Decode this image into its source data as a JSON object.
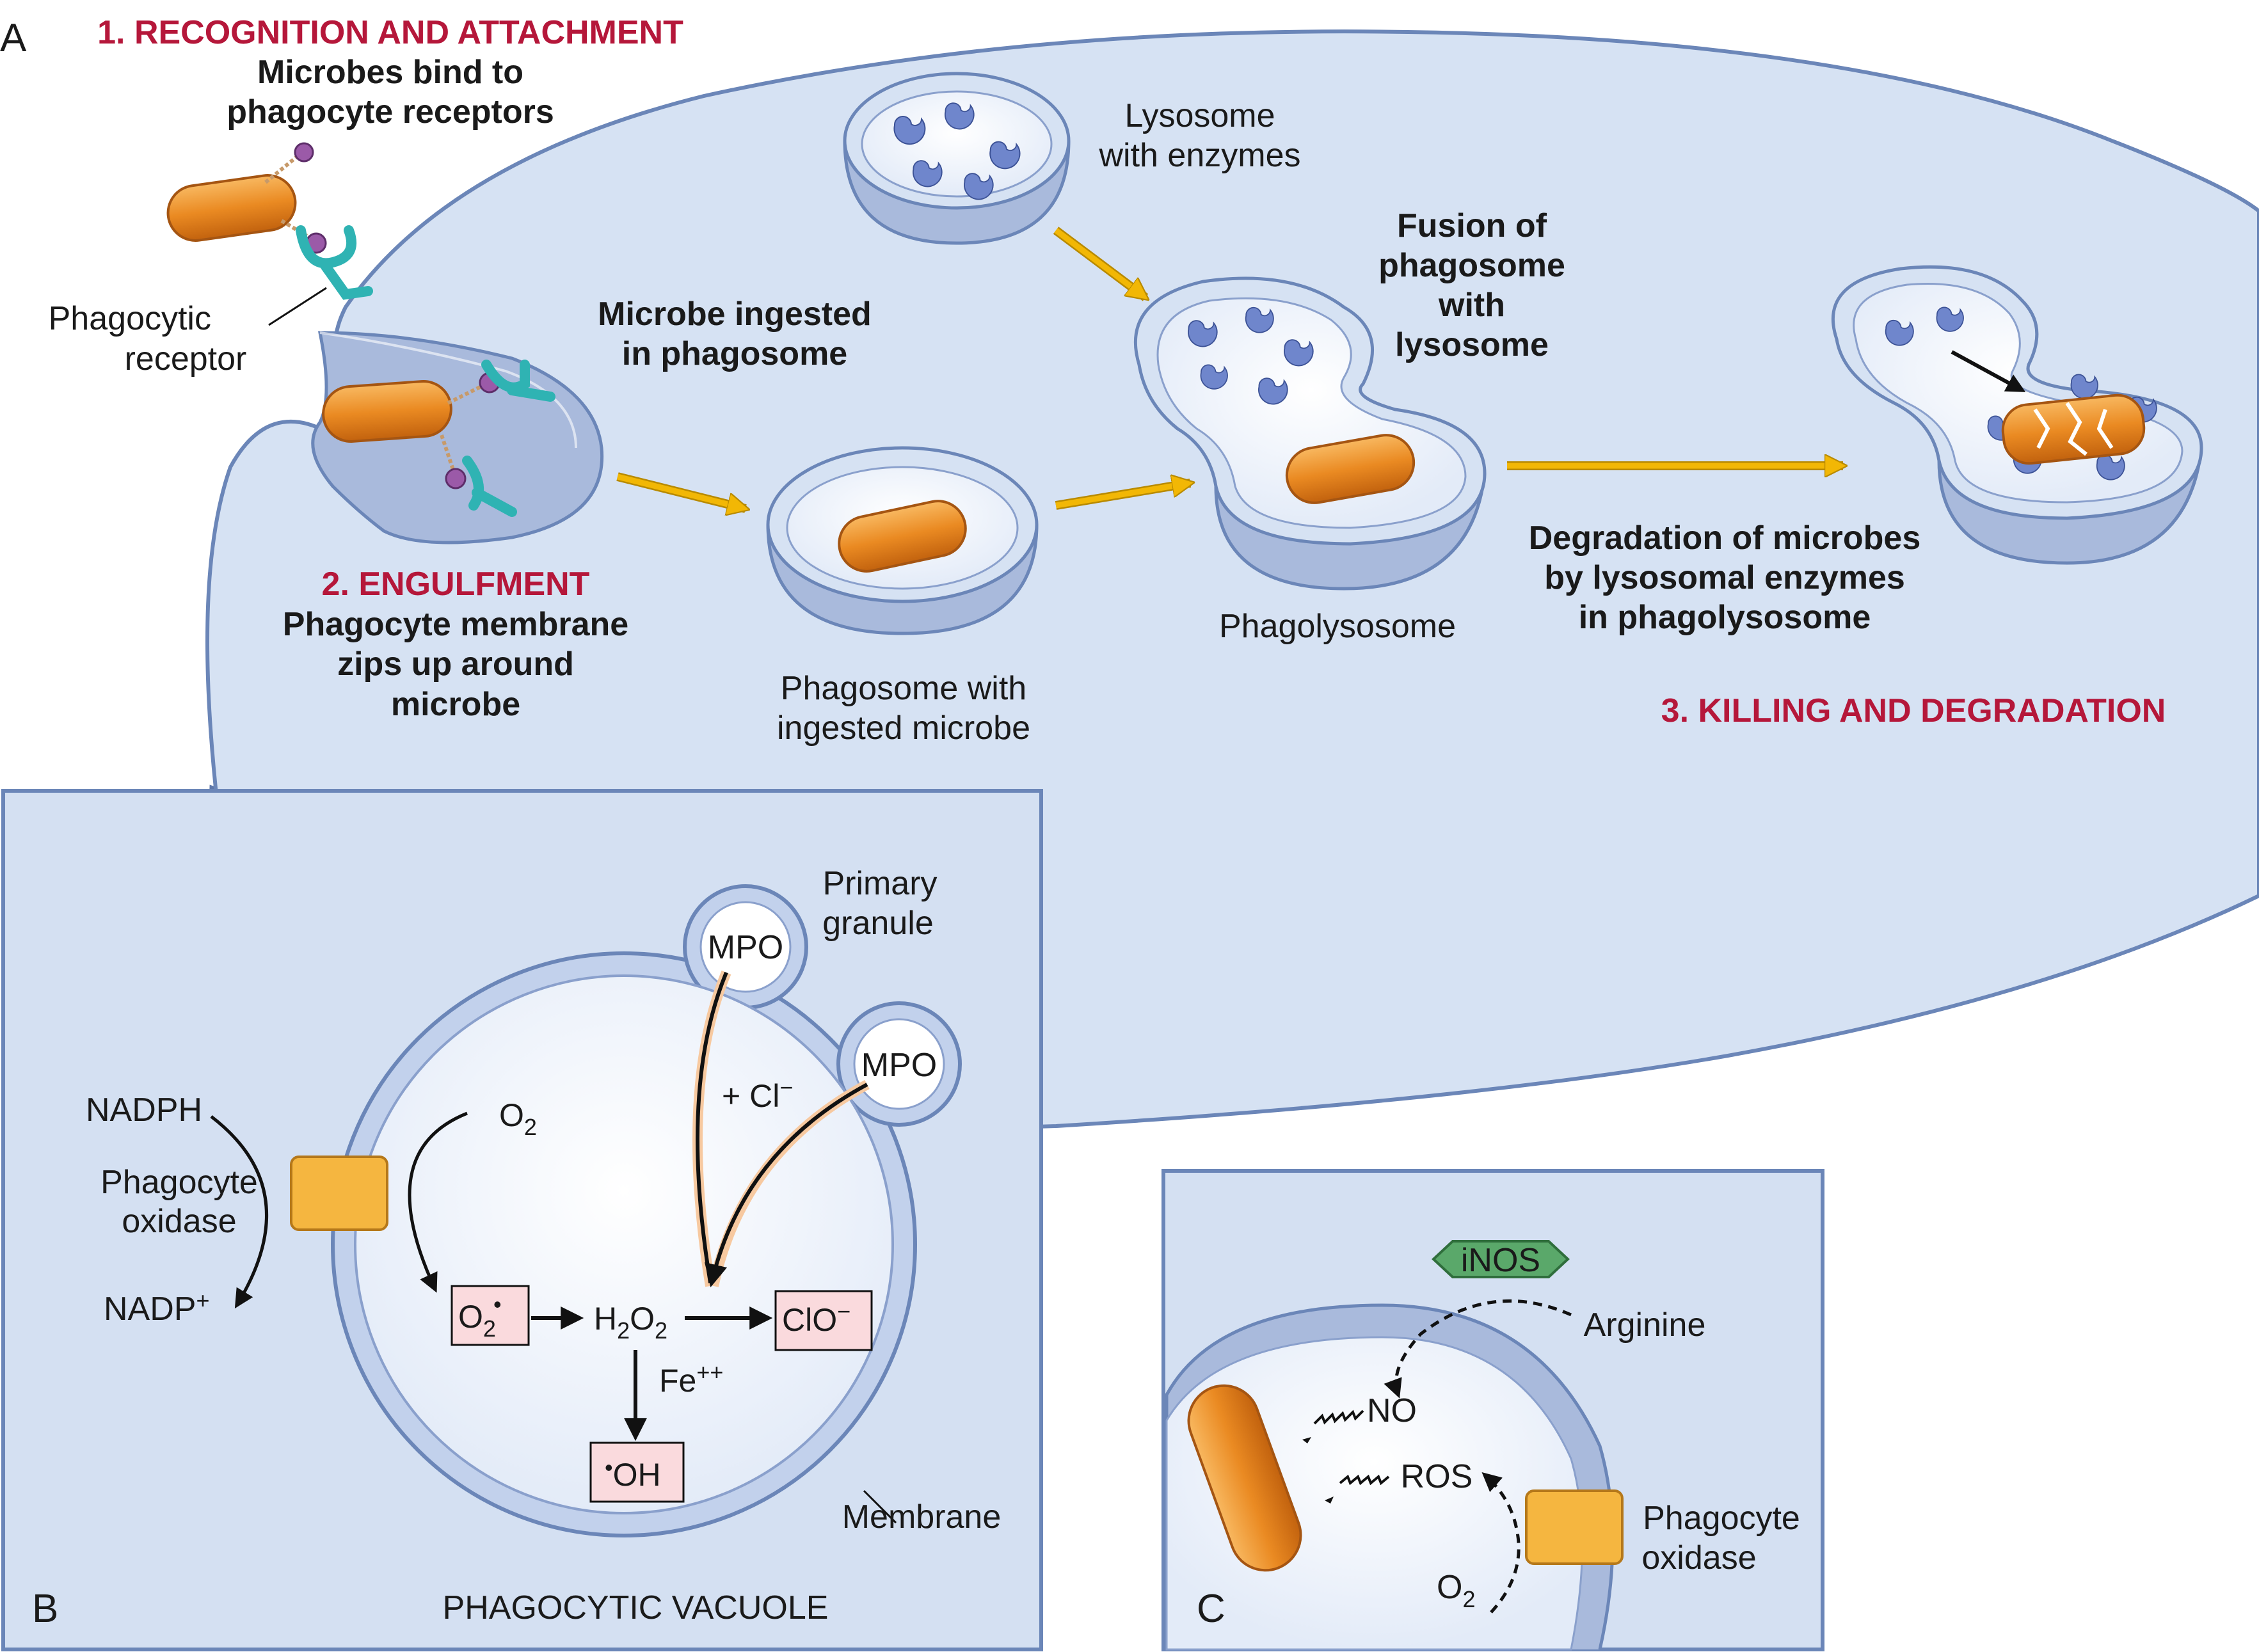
{
  "panel_a": {
    "panel_label": "A",
    "step1_title": "1. RECOGNITION AND ATTACHMENT",
    "step1_desc": [
      "Microbes bind to",
      "phagocyte receptors"
    ],
    "receptor_label": [
      "Phagocytic",
      "receptor"
    ],
    "step2_title": "2. ENGULFMENT",
    "step2_desc": [
      "Phagocyte membrane",
      "zips up around",
      "microbe"
    ],
    "ingested_label": [
      "Microbe ingested",
      "in phagosome"
    ],
    "phagosome_label": [
      "Phagosome with",
      "ingested microbe"
    ],
    "lysosome_label": [
      "Lysosome",
      "with enzymes"
    ],
    "fusion_label": [
      "Fusion of",
      "phagosome",
      "with",
      "lysosome"
    ],
    "phagolysosome_label": "Phagolysosome",
    "degradation_label": [
      "Degradation of microbes",
      "by lysosomal enzymes",
      "in phagolysosome"
    ],
    "step3_title": "3. KILLING AND DEGRADATION"
  },
  "panel_b": {
    "panel_label": "B",
    "nadph": "NADPH",
    "oxidase": [
      "Phagocyte",
      "oxidase"
    ],
    "nadp": "NADP",
    "nadp_sup": "+",
    "o2": "O",
    "o2_sub": "2",
    "superoxide": "O",
    "superoxide_sub": "2",
    "superoxide_sup": "•",
    "h2o2": [
      "H",
      "2",
      "O",
      "2"
    ],
    "clo": "ClO",
    "clo_sup": "−",
    "fe": "Fe",
    "fe_sup": "++",
    "oh_sup": "•",
    "oh": "OH",
    "cl": "+ Cl",
    "cl_sup": "−",
    "mpo": "MPO",
    "primary_granule": [
      "Primary",
      "granule"
    ],
    "membrane": "Membrane",
    "caption": "PHAGOCYTIC VACUOLE"
  },
  "panel_c": {
    "panel_label": "C",
    "inos": "iNOS",
    "arginine": "Arginine",
    "no": "NO",
    "ros": "ROS",
    "o2": "O",
    "o2_sub": "2",
    "oxidase": [
      "Phagocyte",
      "oxidase"
    ]
  },
  "colors": {
    "cell_fill": "#d4e0f2",
    "cell_side": "#8ea3c9",
    "cell_stroke": "#6b86b8",
    "title_red": "#b5173a",
    "arrow_yellow": "#f2b705",
    "microbe_orange": "#e8821e",
    "receptor_teal": "#2fb3b3",
    "ligand_purple": "#9b5aa8",
    "enzyme_blue": "#6f86cc",
    "chem_box_pink": "#fadadd",
    "oxidase_gold": "#f5b640",
    "inos_green": "#5aa86a"
  }
}
